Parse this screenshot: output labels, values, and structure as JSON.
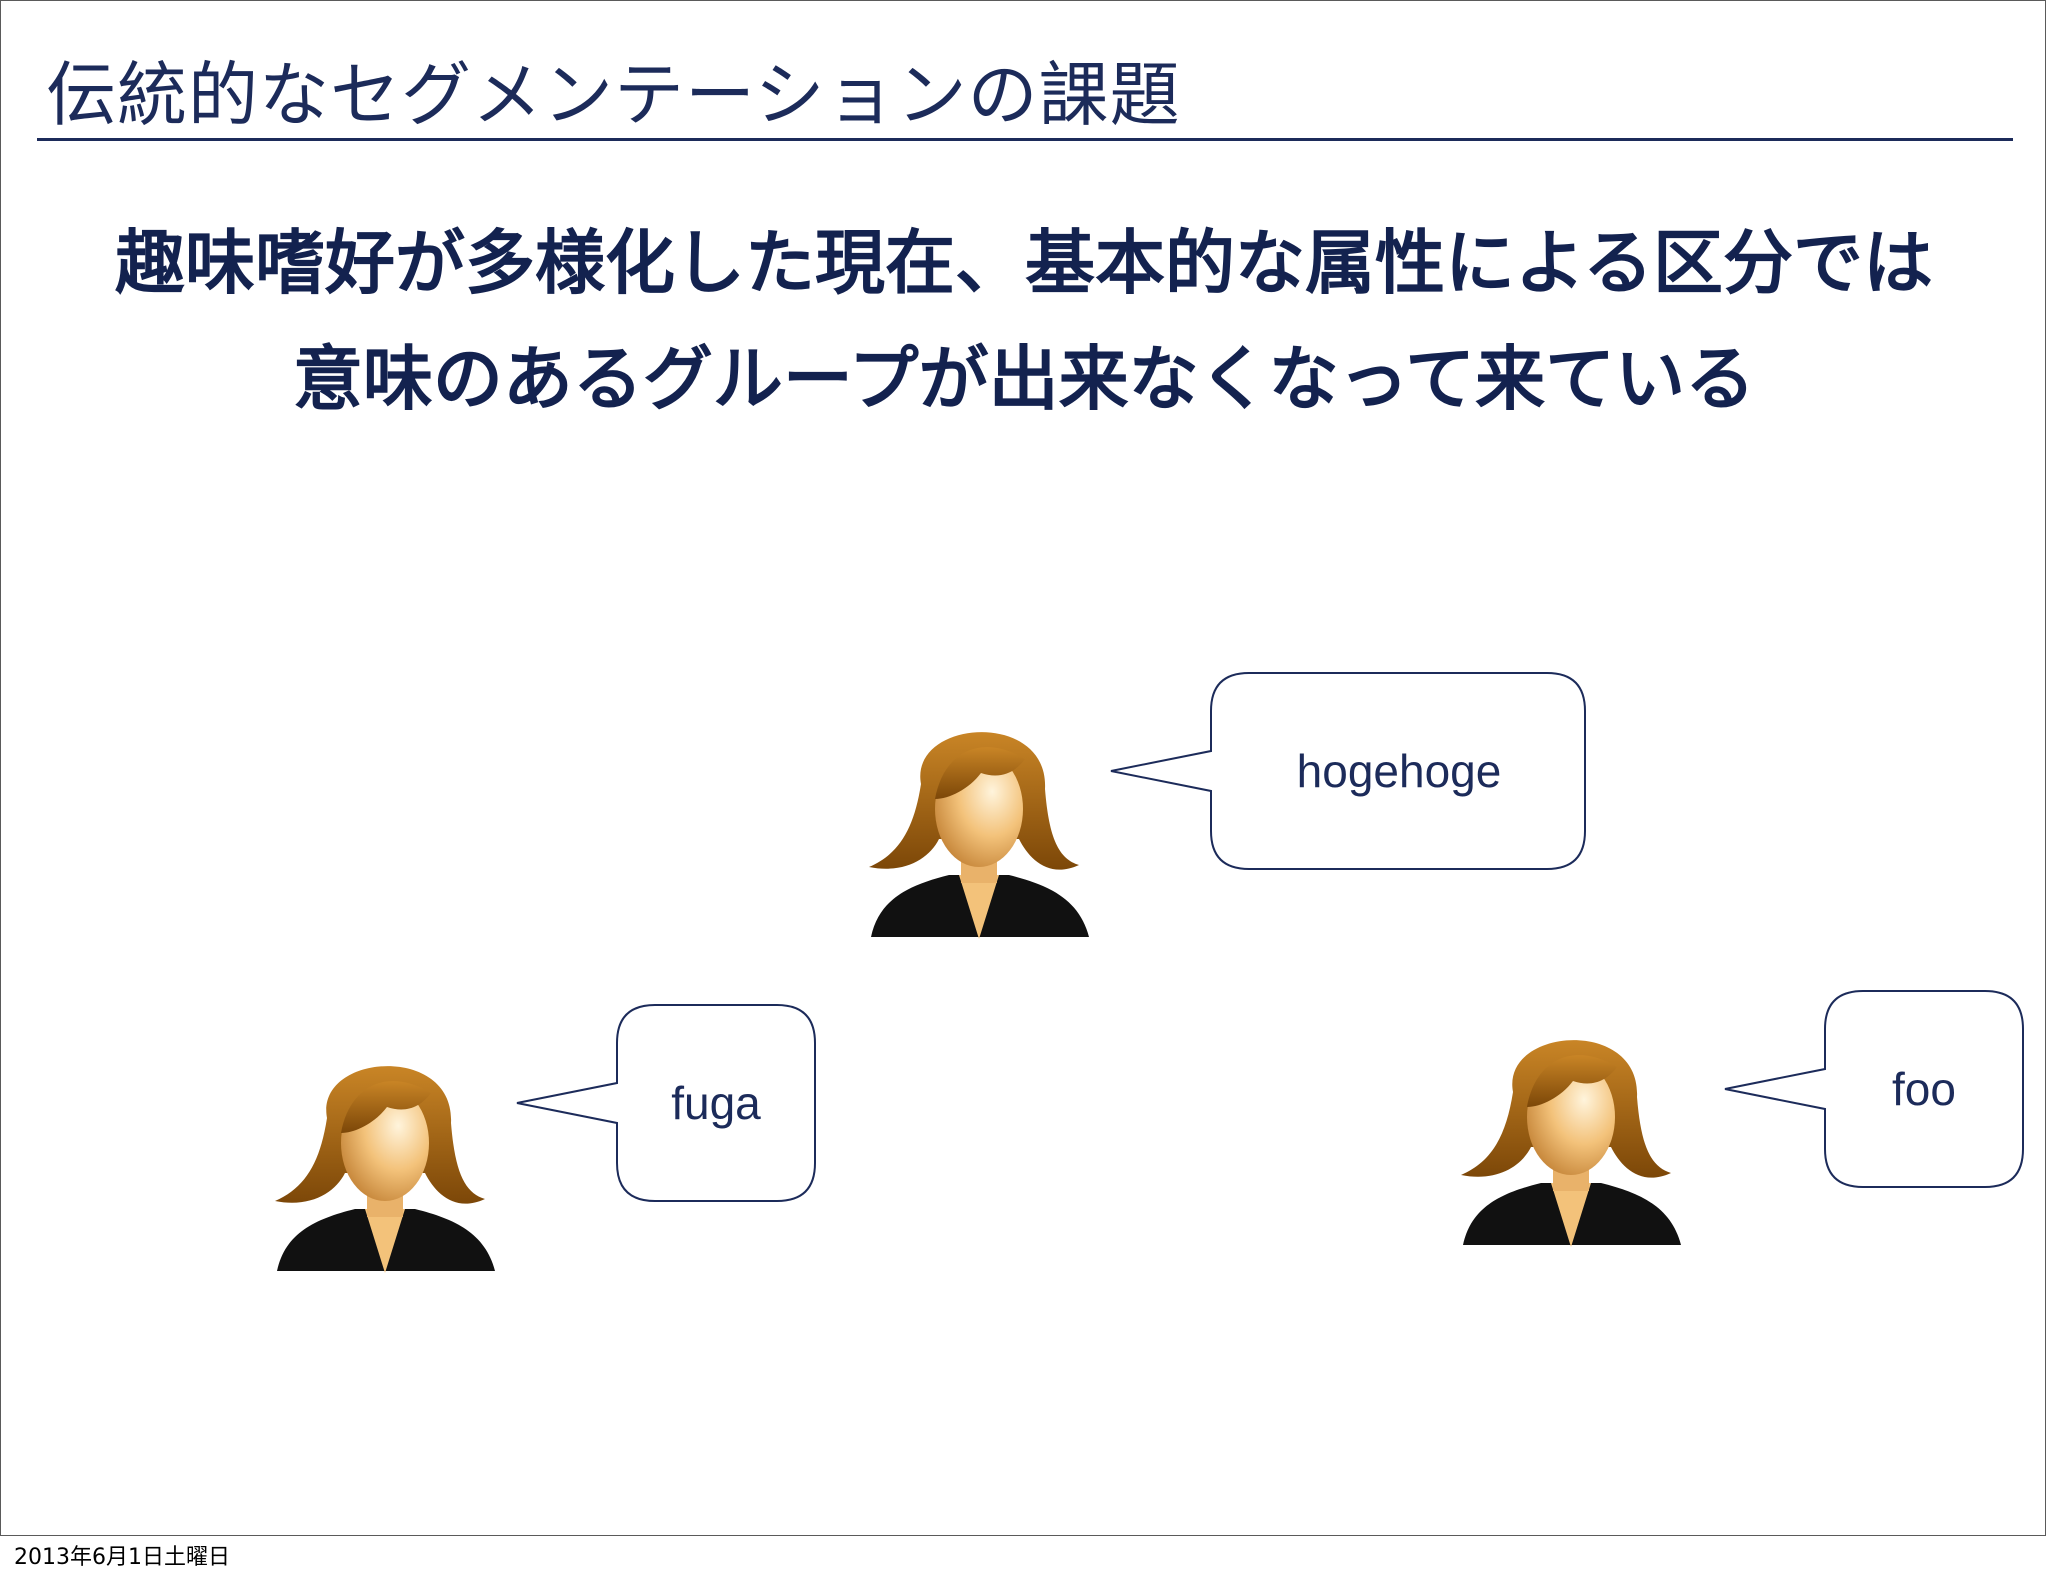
{
  "slide": {
    "title": "伝統的なセグメンテーションの課題",
    "headline_line1": "趣味嗜好が多様化した現在、基本的な属性による区分では",
    "headline_line2": "意味のあるグループが出来なくなって来ている"
  },
  "people": [
    {
      "icon": "woman-avatar-icon",
      "speech": "hogehoge"
    },
    {
      "icon": "woman-avatar-icon",
      "speech": "fuga"
    },
    {
      "icon": "woman-avatar-icon",
      "speech": "foo"
    }
  ],
  "colors": {
    "title_text": "#1c2b5a",
    "headline_text": "#13224f",
    "bubble_stroke": "#1c2b5a",
    "hair": "#a8650f",
    "skin": "#f3c27a",
    "clothing": "#111111"
  },
  "footer": {
    "date": "2013年6月1日土曜日"
  }
}
